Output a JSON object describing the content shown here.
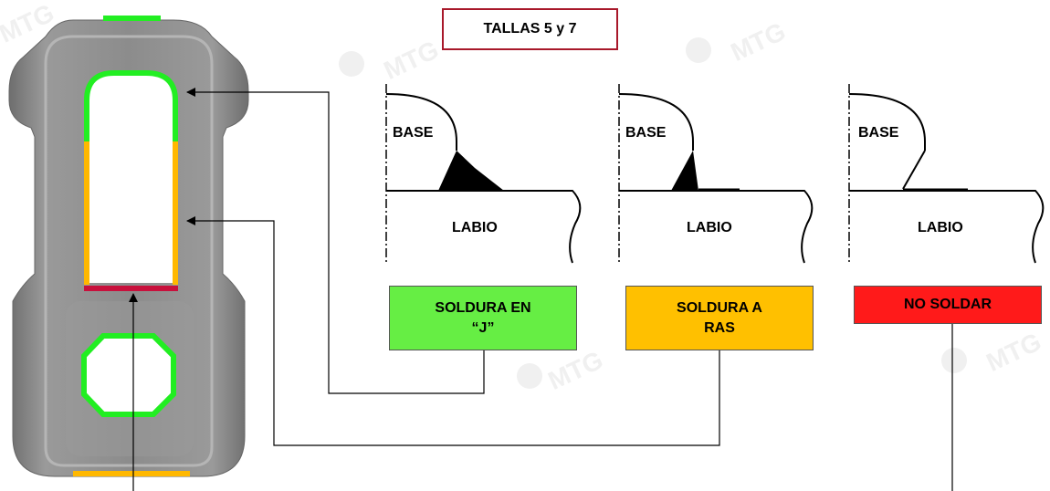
{
  "title": "TALLAS 5 y 7",
  "watermark": "MTG",
  "profiles": [
    {
      "base_label": "BASE",
      "lip_label": "LABIO",
      "weld_type": "j"
    },
    {
      "base_label": "BASE",
      "lip_label": "LABIO",
      "weld_type": "flush"
    },
    {
      "base_label": "BASE",
      "lip_label": "LABIO",
      "weld_type": "none"
    }
  ],
  "legend": [
    {
      "label": "SOLDURA EN\n“J”",
      "color": "#66ee44"
    },
    {
      "label": "SOLDURA A\nRAS",
      "color": "#ffc000"
    },
    {
      "label": "NO SOLDAR",
      "color": "#ff1a1a"
    }
  ],
  "colors": {
    "weld_j": "#22ee22",
    "weld_flush": "#ffb800",
    "no_weld": "#c8103c",
    "part_body": "#8a8a8a",
    "title_border": "#a8182a"
  },
  "icons": [
    "part-top-view",
    "arrow-icon"
  ]
}
